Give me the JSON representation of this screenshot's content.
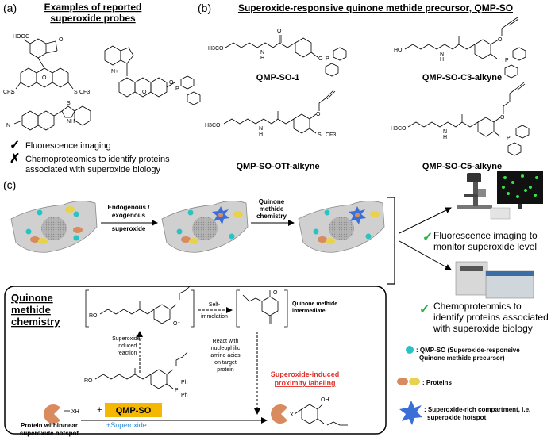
{
  "panel_a": {
    "label": "(a)",
    "title_line1": "Examples of reported",
    "title_line2": "superoxide probes",
    "cooh": "HOOC",
    "o": "O",
    "cf3": "CF3",
    "s": "S",
    "n": "N",
    "nh": "NH",
    "n_plus": "N+",
    "p": "P",
    "check_text": "Fluorescence imaging",
    "cross_text_line1": "Chemoproteomics to identify proteins",
    "cross_text_line2": "associated with superoxide biology"
  },
  "panel_b": {
    "label": "(b)",
    "title": "Superoxide-responsive quinone methide precursor, QMP-SO",
    "h3co": "H3CO",
    "ho": "HO",
    "n": "N",
    "h": "H",
    "o": "O",
    "p": "P",
    "s": "S",
    "cf3": "CF3",
    "names": [
      "QMP-SO-1",
      "QMP-SO-C3-alkyne",
      "QMP-SO-OTf-alkyne",
      "QMP-SO-C5-alkyne"
    ]
  },
  "panel_c": {
    "label": "(c)",
    "step1_line1": "Endogenous /",
    "step1_line2": "exogenous",
    "step1_line3": "superoxide",
    "step2_line1": "Quinone",
    "step2_line2": "methide",
    "step2_line3": "chemistry",
    "out1_line1": "Fluorescence imaging to",
    "out1_line2": "monitor superoxide level",
    "out2_line1": "Chemoproteomics to",
    "out2_line2": "identify proteins associated",
    "out2_line3": "with superoxide biology",
    "box_title_line1": "Quinone",
    "box_title_line2": "methide",
    "box_title_line3": "chemistry",
    "ro": "RO",
    "self_line1": "Self-",
    "self_line2": "immolation",
    "qm_line1": "Quinone methide",
    "qm_line2": "intermediate",
    "induced_line1": "Superoxide-",
    "induced_line2": "induced",
    "induced_line3": "reaction",
    "react_line1": "React with",
    "react_line2": "nucleophilic",
    "react_line3": "amino acids",
    "react_line4": "on target",
    "react_line5": "protein",
    "plus": "+",
    "qmp_so": "QMP-SO",
    "plus_superoxide": "+Superoxide",
    "xh": "XH",
    "x": "X",
    "ph": "Ph",
    "oh": "OH",
    "protein_line1": "Protein within/near",
    "protein_line2": "superoxide hotspot",
    "label_line1": "Superoxide-induced",
    "label_line2": "proximity labeling",
    "legend1_line1": ": QMP-SO (Superoxide-responsive",
    "legend1_line2": "Quinone methide precursor)",
    "legend2": ": Proteins",
    "legend3_line1": ": Superoxide-rich compartment, i.e.",
    "legend3_line2": "superoxide hotspot"
  },
  "colors": {
    "check": "#2db34a",
    "cross": "#e0302a",
    "qmp": "#29c3c3",
    "protein_orange": "#d98a5e",
    "protein_yellow": "#e8d24c",
    "hotspot": "#3b6fd8",
    "cell": "#d0d0d0",
    "nucleus": "#a9a9a9",
    "qmp_box": "#f5b800",
    "link_red": "#e0302a",
    "superoxide_blue": "#2a8ad8"
  }
}
